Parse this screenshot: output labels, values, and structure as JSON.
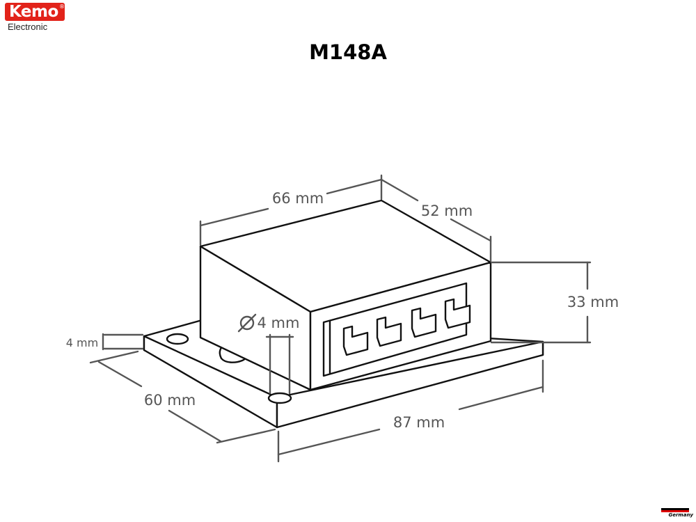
{
  "brand": {
    "name": "Kemo",
    "registered": "®",
    "subtitle": "Electronic",
    "color": "#e2231a"
  },
  "title": "M148A",
  "dimensions": {
    "box_length": "66 mm",
    "box_depth": "52 mm",
    "box_height": "33 mm",
    "hole_diameter": "4 mm",
    "hole_symbol": "Ø",
    "plate_thickness": "4 mm",
    "plate_depth": "60 mm",
    "plate_length": "87 mm"
  },
  "colors": {
    "outline": "#111111",
    "dimension": "#555555"
  },
  "footer": {
    "badge": "Germany"
  }
}
